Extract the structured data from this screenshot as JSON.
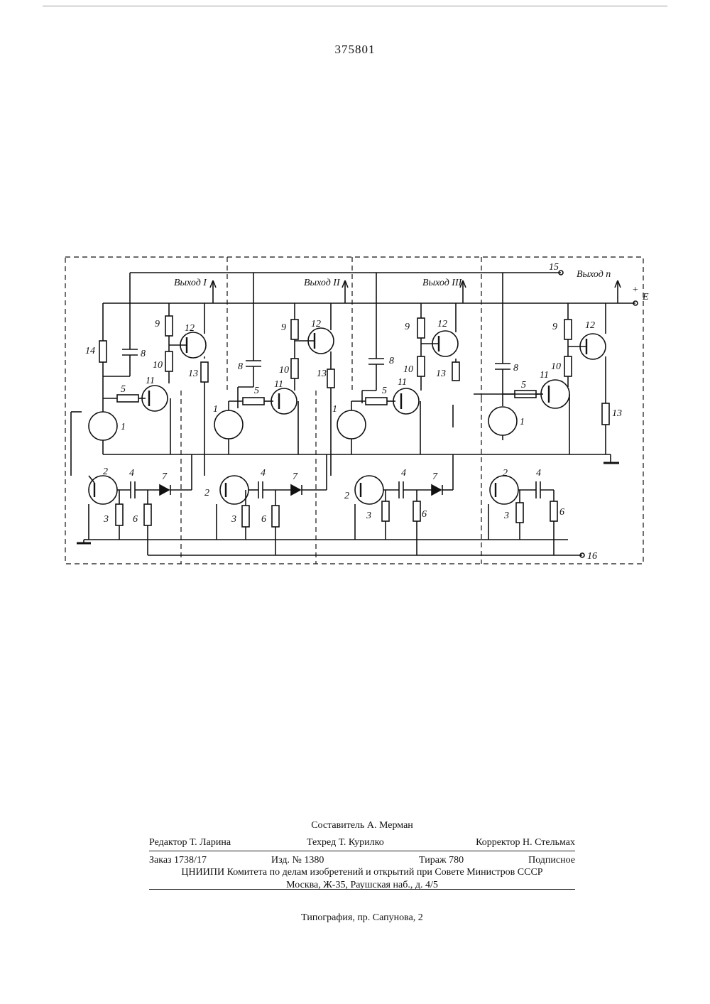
{
  "header": {
    "patent_number": "375801"
  },
  "schematic": {
    "output_labels": [
      "Выход I",
      "Выход II",
      "Выход III",
      "Выход n"
    ],
    "terminal_labels": {
      "supply_plus": "+",
      "supply_e": "E",
      "bus15": "15",
      "bus16": "16"
    },
    "component_labels": {
      "c1": "1",
      "c2": "2",
      "c3": "3",
      "c4": "4",
      "c5": "5",
      "c6": "6",
      "c7": "7",
      "c8": "8",
      "c9": "9",
      "c10": "10",
      "c11": "11",
      "c12": "12",
      "c13": "13",
      "c14": "14"
    }
  },
  "imprint": {
    "compiler": "Составитель А. Мерман",
    "editor": "Редактор Т. Ларина",
    "techred": "Техред Т. Курилко",
    "corrector": "Корректор Н. Стельмах",
    "order": "Заказ 1738/17",
    "edition": "Изд. № 1380",
    "print_run": "Тираж 780",
    "subscription": "Подписное",
    "organization": "ЦНИИПИ Комитета по делам изобретений и открытий при Совете Министров СССР",
    "address": "Москва, Ж-35, Раушская наб., д. 4/5",
    "printing_house": "Типография, пр. Сапунова, 2"
  }
}
